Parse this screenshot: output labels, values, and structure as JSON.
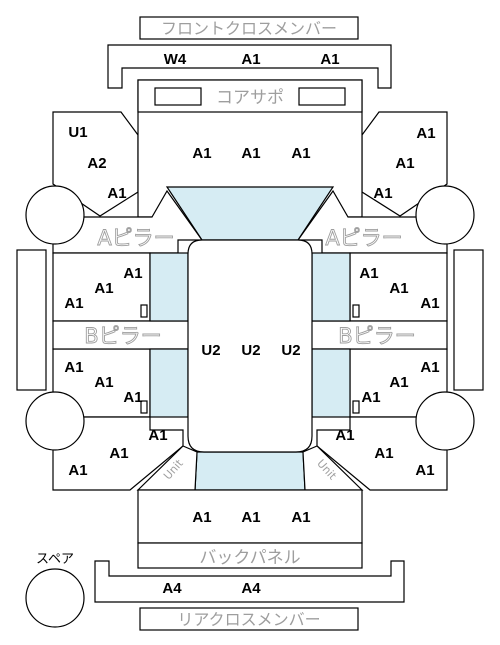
{
  "labels": {
    "front_cross_member": "フロントクロスメンバー",
    "core_support": "コアサポ",
    "a_pillar": "Aピラー",
    "b_pillar": "Bピラー",
    "unit": "Unit",
    "back_panel": "バックパネル",
    "rear_cross_member": "リアクロスメンバー",
    "spare": "スペア"
  },
  "codes": {
    "front_cross_member": [
      "W4",
      "A1",
      "A1"
    ],
    "core_support": [
      "A1",
      "A1",
      "A1"
    ],
    "front_left_fender": [
      "U1",
      "A2",
      "A1"
    ],
    "front_right_fender": [
      "A1",
      "A1",
      "A1"
    ],
    "left_front_door": [
      "A1",
      "A1",
      "A1"
    ],
    "right_front_door": [
      "A1",
      "A1",
      "A1"
    ],
    "roof": [
      "U2",
      "U2",
      "U2"
    ],
    "left_rear_door": [
      "A1",
      "A1",
      "A1"
    ],
    "right_rear_door": [
      "A1",
      "A1",
      "A1"
    ],
    "rear_left_quarter": [
      "A1",
      "A1",
      "A1"
    ],
    "rear_right_quarter": [
      "A1",
      "A1",
      "A1"
    ],
    "trunk": [
      "A1",
      "A1",
      "A1"
    ],
    "rear_cross_member": [
      "A4",
      "A4"
    ]
  },
  "colors": {
    "outline": "#000000",
    "glass": "#d6ecf3",
    "label_gray": "#9e9e9e"
  }
}
